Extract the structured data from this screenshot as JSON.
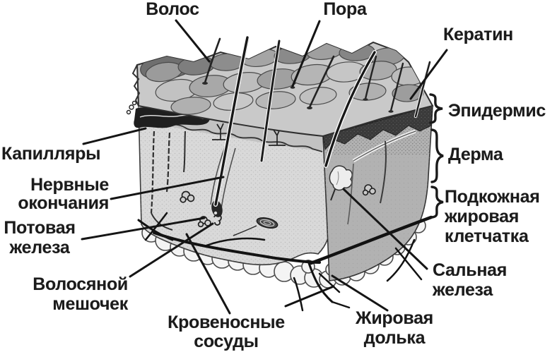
{
  "labels": {
    "hair": "Волос",
    "pore": "Пора",
    "keratin": "Кератин",
    "epidermis": "Эпидермис",
    "derma": "Дерма",
    "subcutaneous_1": "Подкожная",
    "subcutaneous_2": "жировая",
    "subcutaneous_3": "клетчатка",
    "capillaries": "Капилляры",
    "nerve_endings_1": "Нервные",
    "nerve_endings_2": "окончания",
    "sweat_gland_1": "Потовая",
    "sweat_gland_2": "железа",
    "hair_follicle_1": "Волосяной",
    "hair_follicle_2": "мешочек",
    "blood_vessels_1": "Кровеносные",
    "blood_vessels_2": "сосуды",
    "sebaceous_gland_1": "Сальная",
    "sebaceous_gland_2": "железа",
    "fat_lobule_1": "Жировая",
    "fat_lobule_2": "долька"
  },
  "colors": {
    "ink": "#1a1a1a",
    "leader_line": "#151515",
    "front_face": "#d9d9d9",
    "side_face": "#b2b2b2",
    "keratin_band": "#3a3a3a",
    "fat_lobule": "#f4f4f4",
    "background": "#ffffff"
  }
}
